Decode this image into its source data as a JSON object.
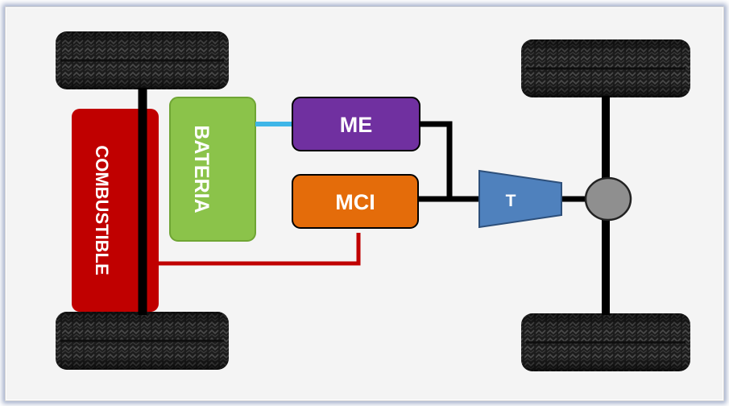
{
  "diagram": {
    "fuel_tank": {
      "label": "COMBUSTIBLE",
      "color": "#c00000"
    },
    "battery": {
      "label": "BATERIA",
      "color": "#8bc34a"
    },
    "electric_motor": {
      "label": "ME",
      "color": "#7030a0"
    },
    "combustion_engine": {
      "label": "MCI",
      "color": "#e46c0a"
    },
    "transmission": {
      "label": "T",
      "color": "#4f81bd"
    },
    "differential": {
      "color": "#8f8f8f"
    },
    "connections": {
      "electric": "#3fb6e8",
      "fuel": "#c00000",
      "mechanical": "#000000"
    },
    "tire_icon": "tire-icon"
  }
}
